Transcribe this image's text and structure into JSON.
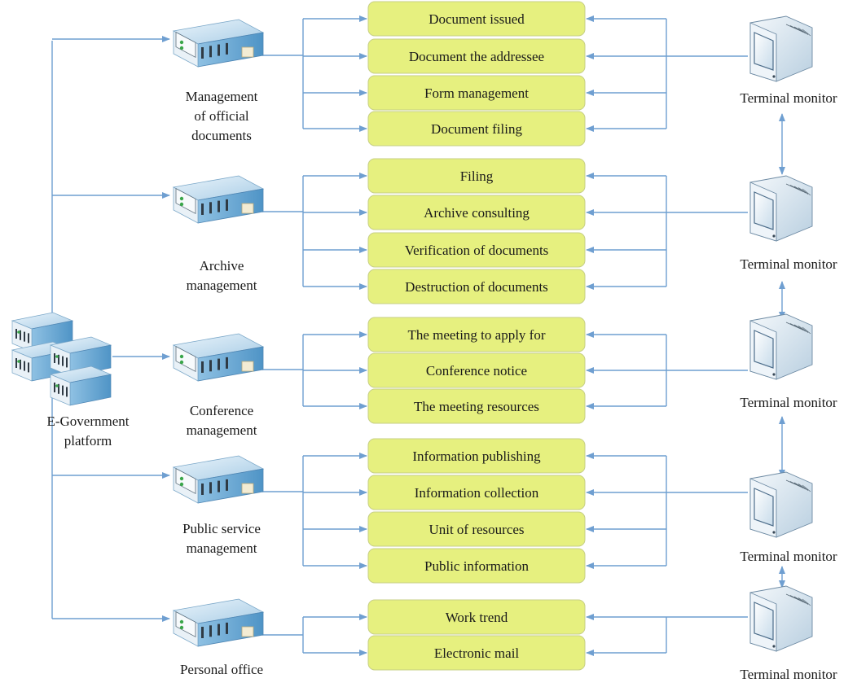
{
  "platform": {
    "label_lines": [
      "E-Government",
      "platform"
    ]
  },
  "modules": [
    {
      "name_lines": [
        "Management",
        "of official",
        "documents"
      ],
      "functions": [
        "Document issued",
        "Document the addressee",
        "Form management",
        "Document filing"
      ]
    },
    {
      "name_lines": [
        "Archive",
        "management"
      ],
      "functions": [
        "Filing",
        "Archive consulting",
        "Verification of documents",
        "Destruction of documents"
      ]
    },
    {
      "name_lines": [
        "Conference",
        "management"
      ],
      "functions": [
        "The meeting to apply for",
        "Conference notice",
        "The meeting resources"
      ]
    },
    {
      "name_lines": [
        "Public service",
        "management"
      ],
      "functions": [
        "Information publishing",
        "Information collection",
        "Unit of resources",
        "Public information"
      ]
    },
    {
      "name_lines": [
        "Personal office"
      ],
      "functions": [
        "Work trend",
        "Electronic mail"
      ]
    }
  ],
  "terminals": [
    "Terminal monitor",
    "Terminal monitor",
    "Terminal monitor",
    "Terminal monitor",
    "Terminal monitor"
  ],
  "colors": {
    "connector": "#6f9fd1",
    "function_box": "#e6f07f",
    "function_box_border": "#c7cf86"
  },
  "icons": {
    "platform": "server-rack-icon",
    "module": "server-icon",
    "terminal": "monitor-icon"
  }
}
